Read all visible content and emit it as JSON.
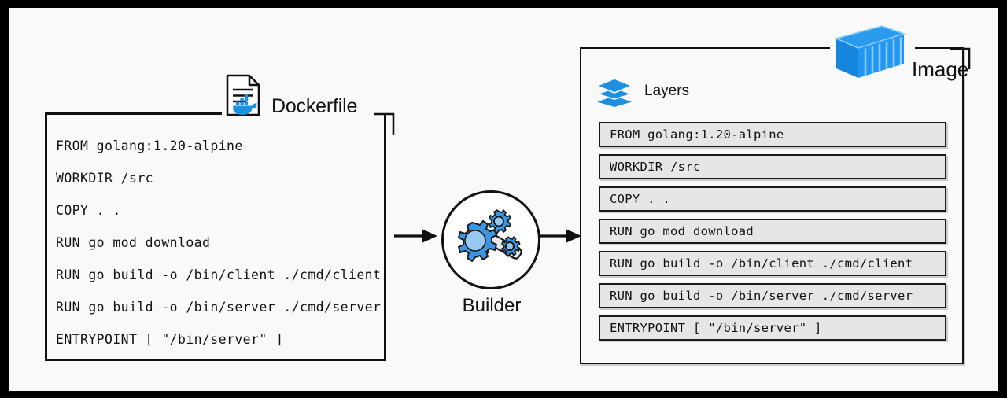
{
  "frame": {
    "background": "#f9f9f9",
    "border_color": "#000000"
  },
  "colors": {
    "docker_blue": "#1d91e0",
    "gear_blue": "#5aa9e6",
    "layer_fill": "#e6e6e6",
    "stroke": "#111111"
  },
  "dockerfile": {
    "title": "Dockerfile",
    "icon": "dockerfile-document-whale-icon",
    "lines": [
      "FROM golang:1.20-alpine",
      "WORKDIR /src",
      "COPY . .",
      "RUN go mod download",
      "RUN go build -o /bin/client ./cmd/client",
      "RUN go build -o /bin/server ./cmd/server",
      "ENTRYPOINT [ \"/bin/server\" ]"
    ]
  },
  "builder": {
    "label": "Builder",
    "icon": "gears-wrench-icon"
  },
  "arrows": {
    "in": "arrow-right-into-builder",
    "out": "arrow-right-out-of-builder"
  },
  "image": {
    "title": "Image",
    "icon": "shipping-container-icon",
    "layers_label": "Layers",
    "layers_icon": "stacked-layers-icon",
    "layers": [
      "FROM golang:1.20-alpine",
      "WORKDIR /src",
      "COPY . .",
      "RUN go mod download",
      "RUN go build -o /bin/client ./cmd/client",
      "RUN go build -o /bin/server ./cmd/server",
      "ENTRYPOINT [ \"/bin/server\" ]"
    ]
  }
}
